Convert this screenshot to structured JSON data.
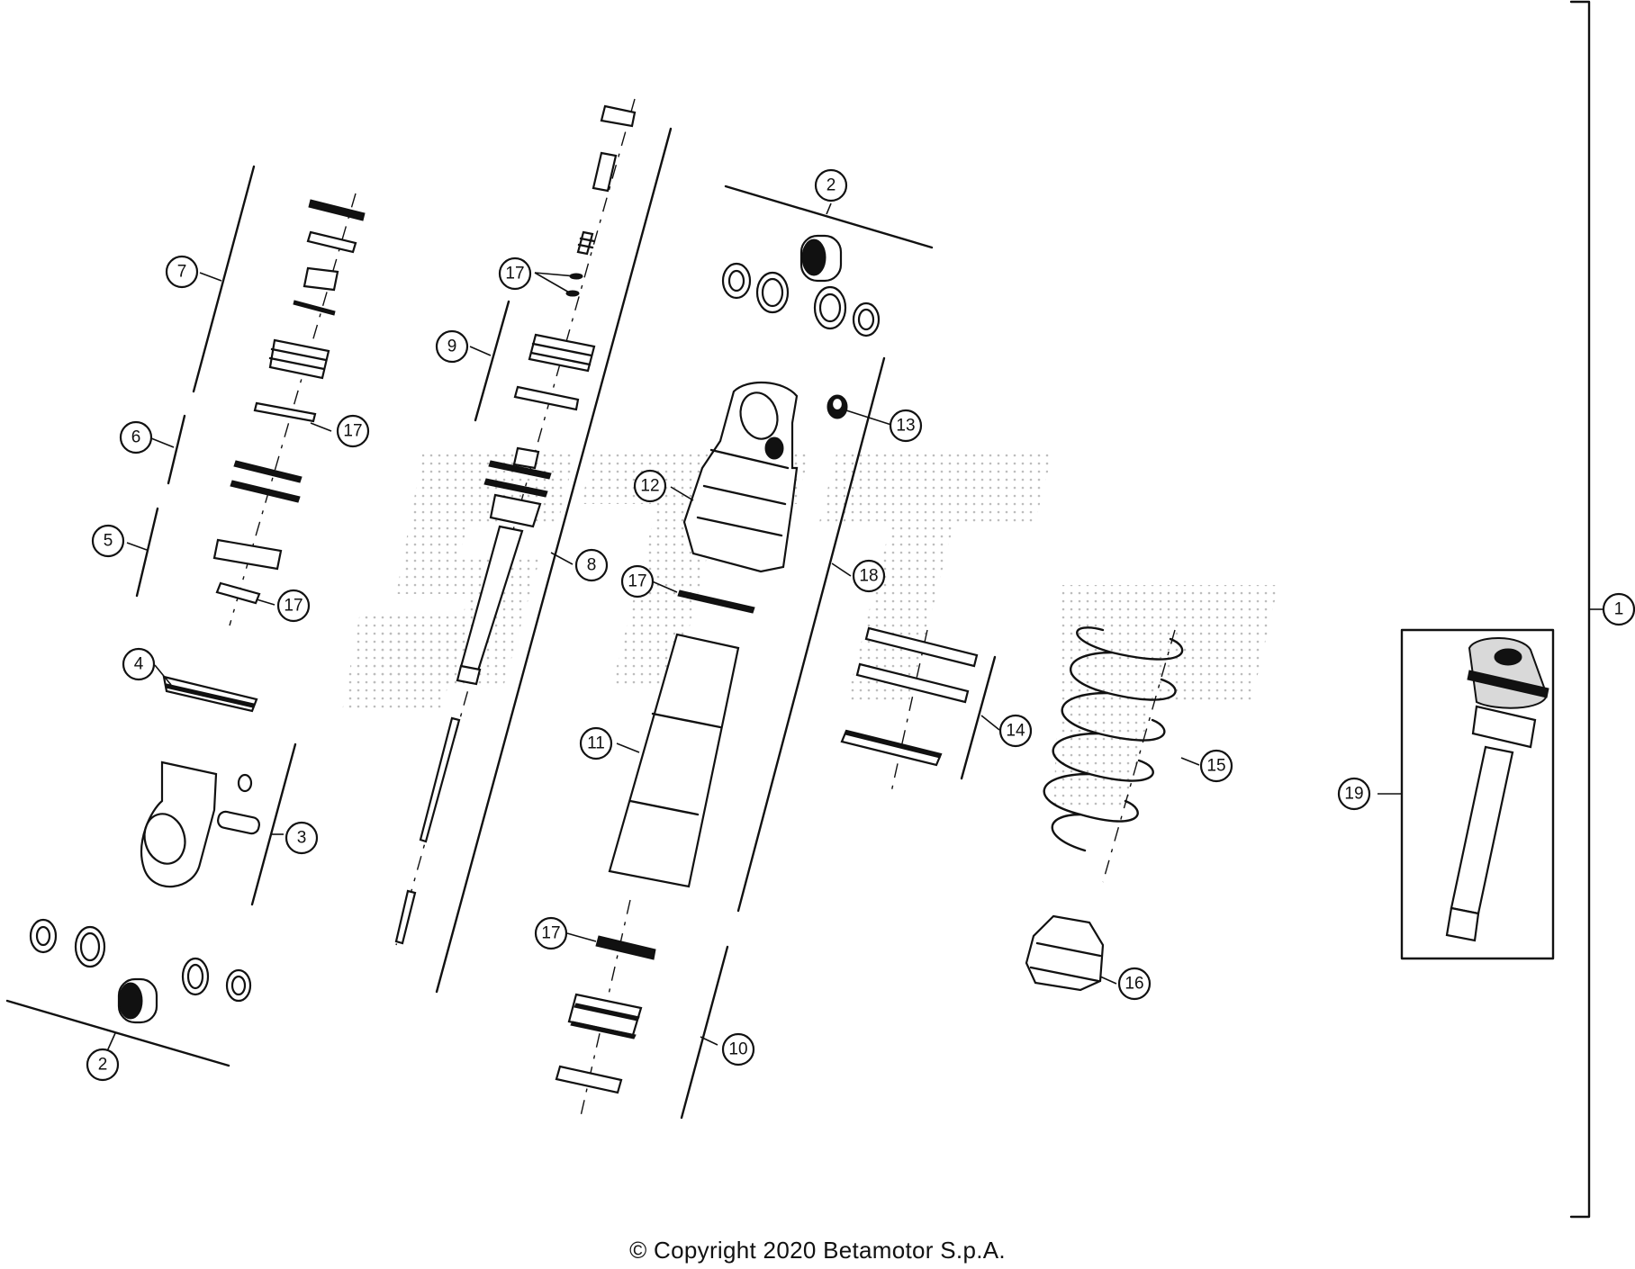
{
  "diagram": {
    "callouts": [
      {
        "id": "c1",
        "label": "1"
      },
      {
        "id": "c2a",
        "label": "2"
      },
      {
        "id": "c2b",
        "label": "2"
      },
      {
        "id": "c3",
        "label": "3"
      },
      {
        "id": "c4",
        "label": "4"
      },
      {
        "id": "c5",
        "label": "5"
      },
      {
        "id": "c6",
        "label": "6"
      },
      {
        "id": "c7",
        "label": "7"
      },
      {
        "id": "c8",
        "label": "8"
      },
      {
        "id": "c9",
        "label": "9"
      },
      {
        "id": "c10",
        "label": "10"
      },
      {
        "id": "c11",
        "label": "11"
      },
      {
        "id": "c12",
        "label": "12"
      },
      {
        "id": "c13",
        "label": "13"
      },
      {
        "id": "c14",
        "label": "14"
      },
      {
        "id": "c15",
        "label": "15"
      },
      {
        "id": "c16",
        "label": "16"
      },
      {
        "id": "c17a",
        "label": "17"
      },
      {
        "id": "c17b",
        "label": "17"
      },
      {
        "id": "c17c",
        "label": "17"
      },
      {
        "id": "c17d",
        "label": "17"
      },
      {
        "id": "c17e",
        "label": "17"
      },
      {
        "id": "c18",
        "label": "18"
      },
      {
        "id": "c19",
        "label": "19"
      }
    ]
  },
  "footer": {
    "copyright": "© Copyright 2020 Betamotor S.p.A."
  },
  "colors": {
    "ink": "#111111",
    "paper": "#ffffff",
    "watermark": "#bdbdbd"
  }
}
